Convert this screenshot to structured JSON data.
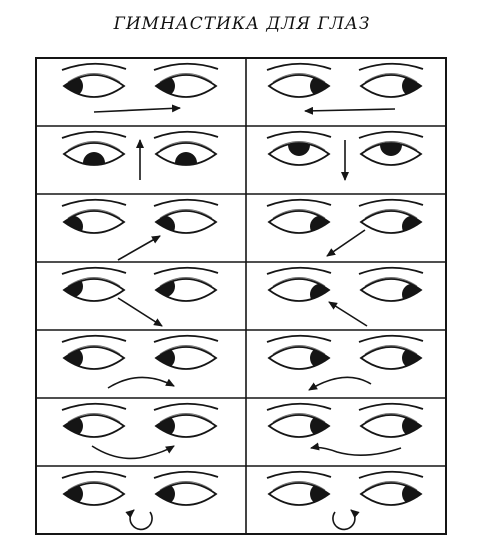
{
  "title": "ГИМНАСТИКА ДЛЯ ГЛАЗ",
  "colors": {
    "ink": "#151515",
    "paper": "#ffffff"
  },
  "grid": {
    "rows": 7,
    "cols": 2
  },
  "exercises": [
    {
      "left": {
        "gaze": "left",
        "arrow": "arrow-right-icon"
      },
      "right": {
        "gaze": "right",
        "arrow": "arrow-left-icon"
      }
    },
    {
      "left": {
        "gaze": "down-lids-up",
        "arrow": "arrow-up-icon"
      },
      "right": {
        "gaze": "up",
        "arrow": "arrow-down-icon"
      }
    },
    {
      "left": {
        "gaze": "lower-left",
        "arrow": "arrow-up-right-icon"
      },
      "right": {
        "gaze": "lower-right",
        "arrow": "arrow-down-left-icon"
      }
    },
    {
      "left": {
        "gaze": "upper-left",
        "arrow": "arrow-down-right-icon"
      },
      "right": {
        "gaze": "lower-right",
        "arrow": "arrow-up-left-icon"
      }
    },
    {
      "left": {
        "gaze": "left",
        "arrow": "arc-curve-right-icon"
      },
      "right": {
        "gaze": "right",
        "arrow": "arc-curve-left-icon"
      }
    },
    {
      "left": {
        "gaze": "left",
        "arrow": "wave-curve-right-icon"
      },
      "right": {
        "gaze": "right",
        "arrow": "wave-curve-left-icon"
      }
    },
    {
      "left": {
        "gaze": "left",
        "arrow": "circle-clockwise-icon"
      },
      "right": {
        "gaze": "right",
        "arrow": "circle-counterclockwise-icon"
      }
    }
  ]
}
